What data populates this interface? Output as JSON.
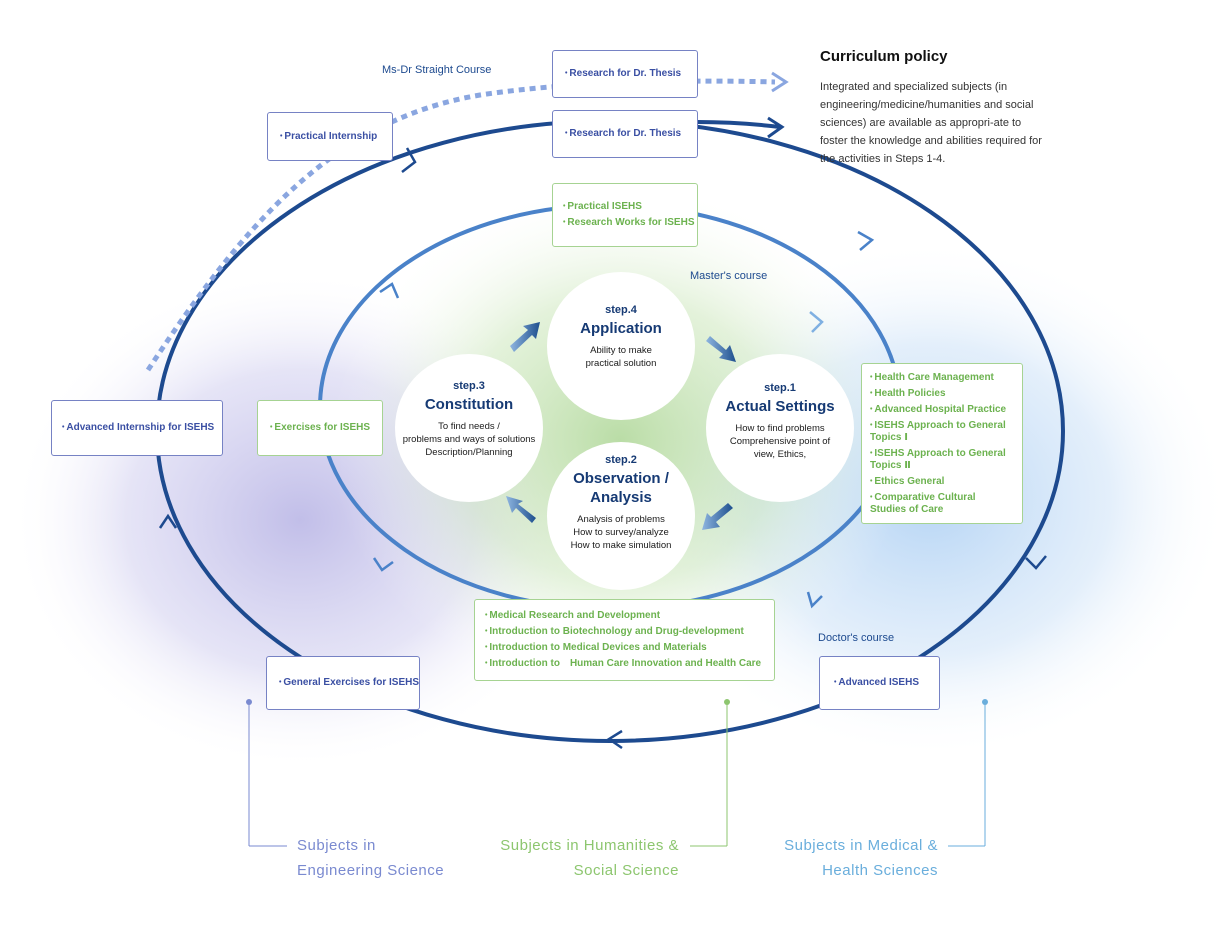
{
  "colors": {
    "engineering": "#7a8ad0",
    "humanities": "#8dc66f",
    "medical": "#6aaedc",
    "outer_ring": "#1d4a8f",
    "inner_ring": "#4a82c9",
    "heading": "#163a74"
  },
  "policy": {
    "title": "Curriculum policy",
    "text": "Integrated and specialized subjects (in engineering/medicine/humanities and social sciences) are available as appropri-ate to foster the knowledge and abilities required for the activities in Steps 1-4."
  },
  "labels": {
    "ms_dr": "Ms-Dr Straight Course",
    "masters": "Master's course",
    "doctors": "Doctor's course"
  },
  "boxes": {
    "dr_thesis_dashed": "Research for Dr. Thesis",
    "dr_thesis": "Research for Dr. Thesis",
    "practical_internship": "Practical Internship",
    "advanced_internship": "Advanced Internship for ISEHS",
    "general_exercises": "General Exercises for ISEHS",
    "advanced_isehs": "Advanced ISEHS",
    "exercises": "Exercises for ISEHS",
    "practical_group": [
      "Practical ISEHS",
      "Research Works for ISEHS"
    ],
    "medical_group": [
      "Health Care Management",
      "Health Policies",
      "Advanced Hospital Practice",
      "ISEHS Approach to General Topics Ⅰ",
      "ISEHS Approach to General Topics Ⅱ",
      "Ethics General",
      "Comparative Cultural Studies of Care"
    ],
    "humanities_group": [
      "Medical Research and Development",
      "Introduction to Biotechnology and Drug-development",
      "Introduction to Medical Devices and Materials",
      "Introduction to　Human Care Innovation and Health Care"
    ]
  },
  "steps": {
    "step4": {
      "step": "step.4",
      "title": "Application",
      "desc": "Ability to make\npractical solution"
    },
    "step1": {
      "step": "step.1",
      "title": "Actual Settings",
      "desc": "How to find problems\nComprehensive point of\nview, Ethics,"
    },
    "step2": {
      "step": "step.2",
      "title": "Observation /\nAnalysis",
      "desc": "Analysis of problems\nHow to survey/analyze\nHow to make simulation"
    },
    "step3": {
      "step": "step.3",
      "title": "Constitution",
      "desc": "To find needs /\nproblems and ways of solutions\nDescription/Planning"
    }
  },
  "categories": {
    "engineering": [
      "Subjects in",
      "Engineering Science"
    ],
    "humanities": [
      "Subjects in Humanities &",
      "Social Science"
    ],
    "medical": [
      "Subjects in Medical &",
      "Health Sciences"
    ]
  }
}
